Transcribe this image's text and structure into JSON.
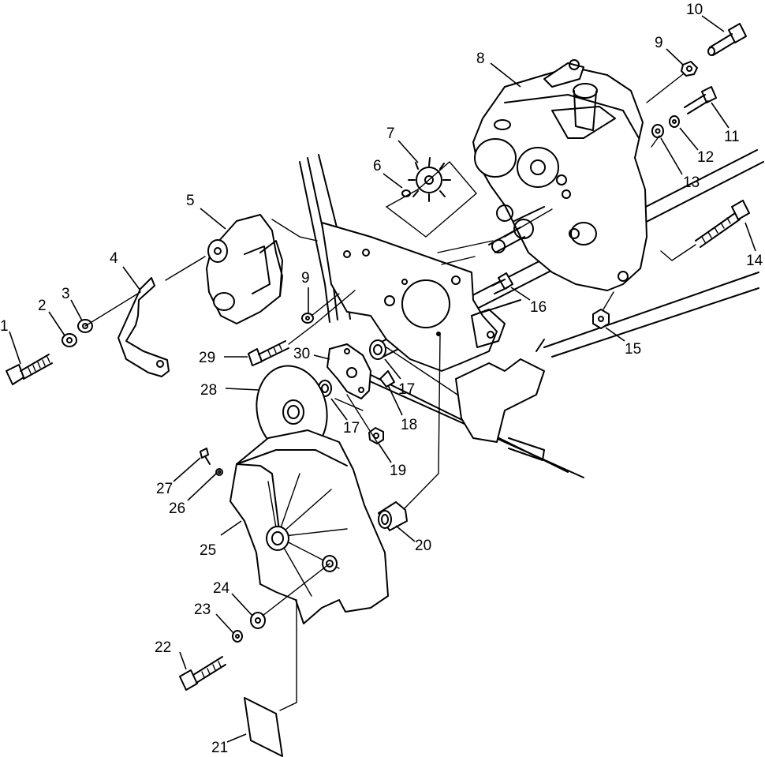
{
  "diagram": {
    "type": "exploded parts diagram",
    "callouts": [
      {
        "id": "1",
        "label": "1"
      },
      {
        "id": "2",
        "label": "2"
      },
      {
        "id": "3",
        "label": "3"
      },
      {
        "id": "4",
        "label": "4"
      },
      {
        "id": "5",
        "label": "5"
      },
      {
        "id": "6",
        "label": "6"
      },
      {
        "id": "7",
        "label": "7"
      },
      {
        "id": "8",
        "label": "8"
      },
      {
        "id": "9a",
        "label": "9"
      },
      {
        "id": "9b",
        "label": "9"
      },
      {
        "id": "10",
        "label": "10"
      },
      {
        "id": "11",
        "label": "11"
      },
      {
        "id": "12",
        "label": "12"
      },
      {
        "id": "13",
        "label": "13"
      },
      {
        "id": "14",
        "label": "14"
      },
      {
        "id": "15",
        "label": "15"
      },
      {
        "id": "16",
        "label": "16"
      },
      {
        "id": "17a",
        "label": "17"
      },
      {
        "id": "17b",
        "label": "17"
      },
      {
        "id": "18",
        "label": "18"
      },
      {
        "id": "19",
        "label": "19"
      },
      {
        "id": "20",
        "label": "20"
      },
      {
        "id": "21",
        "label": "21"
      },
      {
        "id": "22",
        "label": "22"
      },
      {
        "id": "23",
        "label": "23"
      },
      {
        "id": "24",
        "label": "24"
      },
      {
        "id": "25",
        "label": "25"
      },
      {
        "id": "26",
        "label": "26"
      },
      {
        "id": "27",
        "label": "27"
      },
      {
        "id": "28",
        "label": "28"
      },
      {
        "id": "29",
        "label": "29"
      },
      {
        "id": "30",
        "label": "30"
      }
    ]
  }
}
